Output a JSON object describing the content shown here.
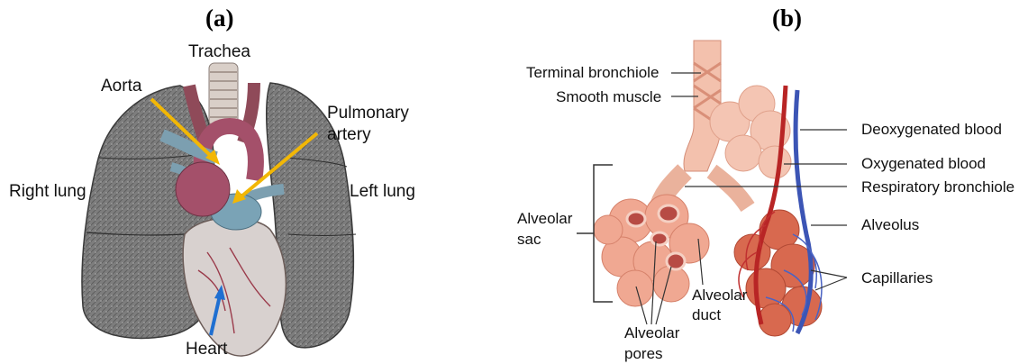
{
  "panel_a": {
    "label": "(a)",
    "callouts": {
      "trachea": "Trachea",
      "aorta": "Aorta",
      "pulmonary_artery_line1": "Pulmonary",
      "pulmonary_artery_line2": "artery",
      "right_lung": "Right lung",
      "left_lung": "Left lung",
      "heart": "Heart"
    },
    "arrow_colors": {
      "yellow": "#f2b705",
      "blue": "#1f6fd1"
    }
  },
  "panel_b": {
    "label": "(b)",
    "callouts": {
      "terminal_bronchiole": "Terminal bronchiole",
      "smooth_muscle": "Smooth muscle",
      "deoxygenated_blood": "Deoxygenated blood",
      "oxygenated_blood": "Oxygenated blood",
      "respiratory_bronchiole": "Respiratory bronchiole",
      "alveolar_sac_line1": "Alveolar",
      "alveolar_sac_line2": "sac",
      "alveolus": "Alveolus",
      "capillaries": "Capillaries",
      "alveolar_duct_line1": "Alveolar",
      "alveolar_duct_line2": "duct",
      "alveolar_pores_line1": "Alveolar",
      "alveolar_pores_line2": "pores"
    }
  }
}
